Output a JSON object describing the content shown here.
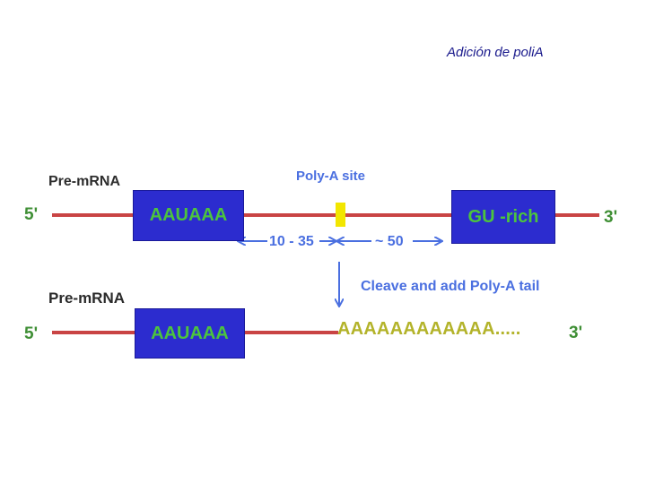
{
  "slide": {
    "title": "Adición de poliA"
  },
  "top_strand": {
    "label": "Pre-mRNA",
    "five_prime": "5'",
    "three_prime": "3'",
    "signal_box": "AAUAAA",
    "gu_box": "GU -rich",
    "site_label": "Poly-A site",
    "distance_left": "10 - 35",
    "distance_right": "~ 50"
  },
  "action": {
    "label": "Cleave and add Poly-A tail"
  },
  "bottom_strand": {
    "label": "Pre-mRNA",
    "five_prime": "5'",
    "three_prime": "3'",
    "signal_box": "AAUAAA",
    "tail": "AAAAAAAAAAAA....."
  },
  "colors": {
    "strand": "#c94444",
    "box_fill": "#2c2ccf",
    "box_text": "#4cc43e",
    "label_blue": "#4a6fe0",
    "site_marker": "#f2e600",
    "tail": "#b3b32a"
  },
  "icons": [
    "arrow-left-icon",
    "arrow-right-icon",
    "arrow-down-icon"
  ]
}
